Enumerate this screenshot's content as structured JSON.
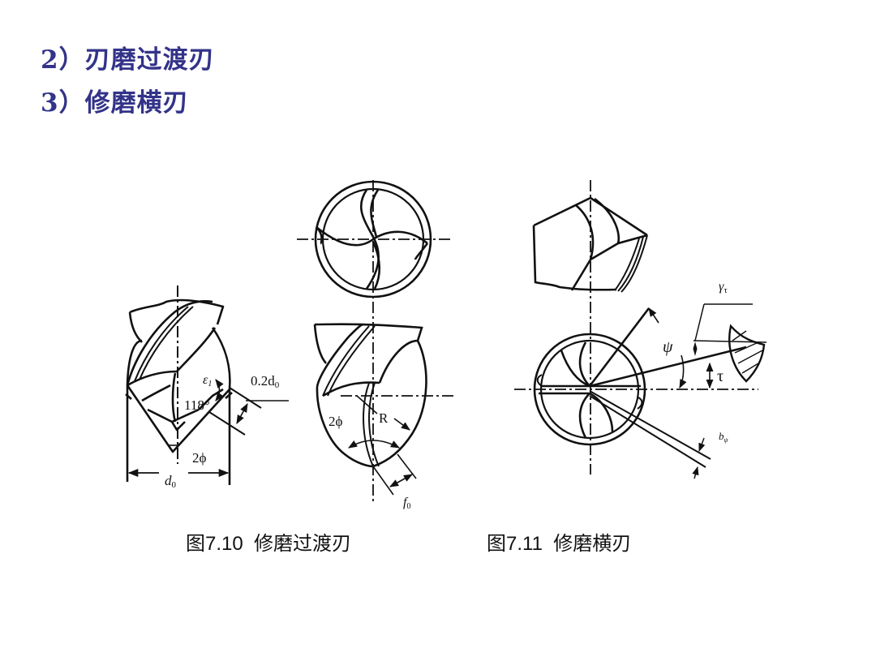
{
  "headings": [
    {
      "number": "2）",
      "text": "刃磨过渡刃"
    },
    {
      "number": "3）",
      "text": "修磨横刃"
    }
  ],
  "colors": {
    "heading": "#33338a",
    "line": "#111111",
    "background": "#ffffff"
  },
  "figure_7_10": {
    "caption": "图7.10  修磨过渡刃",
    "labels": {
      "epsilon": "ε",
      "epsilon_sub": "1",
      "angle_118": "118°",
      "dim_02d0": "0.2d",
      "dim_02d0_sub": "0",
      "two_phi_left": "2ϕ",
      "d0": "d",
      "d0_sub": "0",
      "two_phi_right": "2ϕ",
      "R": "R",
      "f0": "f",
      "f0_sub": "0"
    }
  },
  "figure_7_11": {
    "caption": "图7.11  修磨横刃",
    "labels": {
      "gamma": "γ",
      "gamma_sub": "τ",
      "psi": "ψ",
      "tau": "τ",
      "b": "b",
      "b_sub": "ψ"
    }
  }
}
